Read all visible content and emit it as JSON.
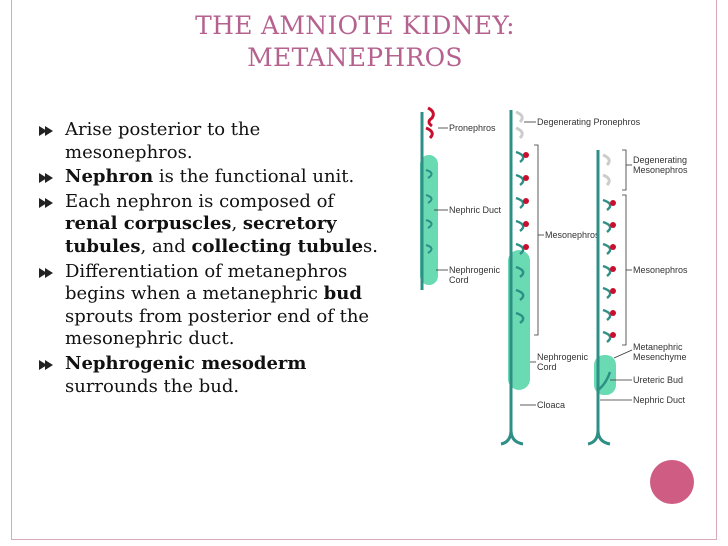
{
  "title": {
    "line1": "THE AMNIOTE KIDNEY:",
    "line2": "METANEPHROS"
  },
  "bullets": [
    {
      "text": "Arise posterior to the mesonephros."
    },
    {
      "bold": "Nephron",
      "text": " is the functional unit."
    },
    {
      "text_a": "Each nephron is composed of ",
      "bold_a": "renal corpuscles",
      "text_b": ", ",
      "bold_b": "secretory tubules",
      "text_c": ", and ",
      "bold_c": "collecting tubule",
      "text_d": "s."
    },
    {
      "text_a": "Differentiation of metanephros begins when a metanephric ",
      "bold": "bud",
      "text_b": " sprouts from posterior end of the mesonephric duct."
    },
    {
      "bold": "Nephrogenic mesoderm",
      "text": " surrounds the bud."
    }
  ],
  "figure": {
    "labels": {
      "pronephros": "Pronephros",
      "nephric_duct_1": "Nephric Duct",
      "nephrogenic_cord_1a": "Nephrogenic",
      "nephrogenic_cord_1b": "Cord",
      "degen_pronephros": "Degenerating Pronephros",
      "mesonephros_2": "Mesonephros",
      "nephrogenic_cord_2a": "Nephrogenic",
      "nephrogenic_cord_2b": "Cord",
      "cloaca": "Cloaca",
      "degen_meso_a": "Degenerating",
      "degen_meso_b": "Mesonephros",
      "mesonephros_3": "Mesonephros",
      "meta_mes_a": "Metanephric",
      "meta_mes_b": "Mesenchyme",
      "ureteric_bud": "Ureteric Bud",
      "nephric_duct_3": "Nephric Duct"
    }
  },
  "colors": {
    "title": "#b5628f",
    "accent_pink": "#cf5d83",
    "duct_teal": "#2e8f86",
    "cord_green": "#4fd4a4",
    "tubule_red": "#c8102e"
  }
}
